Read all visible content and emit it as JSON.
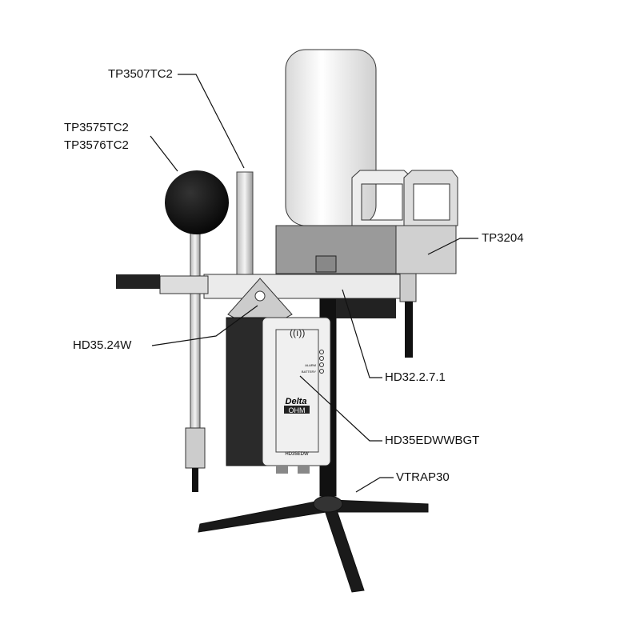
{
  "labels": {
    "tp3507": "TP3507TC2",
    "tp3575": "TP3575TC2",
    "tp3576": "TP3576TC2",
    "tp3204": "TP3204",
    "hd3524": "HD35.24W",
    "hd3227": "HD32.2.7.1",
    "hd35edwwbgt": "HD35EDWWBGT",
    "vtrap30": "VTRAP30"
  },
  "device": {
    "led_alarm": "ALARM",
    "led_battery": "BATTERY",
    "logo_top": "Delta",
    "logo_bottom": "OHM",
    "model": "HD35EDW"
  }
}
